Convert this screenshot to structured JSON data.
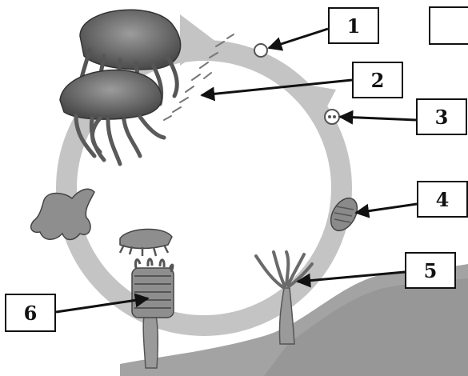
{
  "labels": {
    "l1": "1",
    "l2": "2",
    "l3": "3",
    "l4": "4",
    "l5": "5",
    "l6": "6"
  },
  "colors": {
    "cycle_ring": "#bdbdbd",
    "organisms": "#6e6e6e",
    "ground": "#9a9a9a",
    "arrows": "#111111"
  }
}
